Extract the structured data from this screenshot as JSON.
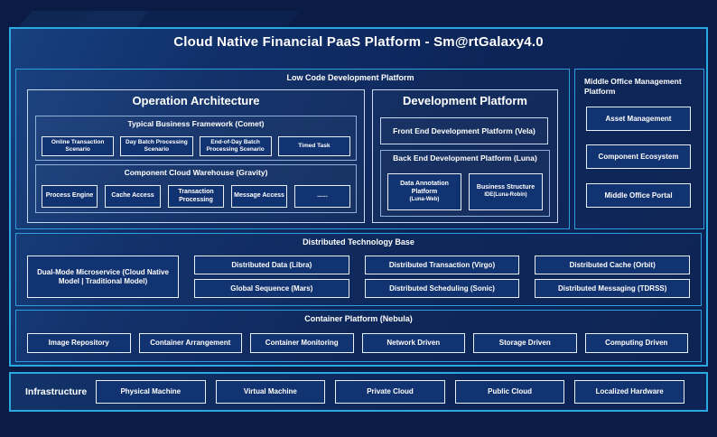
{
  "page": {
    "title": "Cloud Native Financial PaaS Platform - Sm@rtGalaxy4.0"
  },
  "low_code": {
    "label": "Low Code Development Platform",
    "operation_architecture": {
      "title": "Operation Architecture",
      "typical_business_framework": {
        "title": "Typical Business Framework (Comet)",
        "items": [
          "Online Transaction Scenario",
          "Day Batch Processing Scenario",
          "End-of-Day Batch Processing Scenario",
          "Timed Task"
        ]
      },
      "component_cloud_warehouse": {
        "title": "Component Cloud Warehouse (Gravity)",
        "items": [
          "Process Engine",
          "Cache Access",
          "Transaction Processing",
          "Message Access",
          "......"
        ]
      }
    },
    "development_platform": {
      "title": "Development Platform",
      "front_end": "Front End Development Platform (Vela)",
      "back_end": {
        "title": "Back End Development Platform (Luna)",
        "items": [
          {
            "line1": "Data Annotation Platform",
            "line2": "(Luna-Web)"
          },
          {
            "line1": "Business Structure",
            "line2": "IDE(Luna-Robin)"
          }
        ]
      }
    }
  },
  "middle_office": {
    "label": "Middle Office Management Platform",
    "items": [
      "Asset Management",
      "Component Ecosystem",
      "Middle Office Portal"
    ]
  },
  "distributed": {
    "label": "Distributed Technology Base",
    "dual_mode": "Dual-Mode Microservice (Cloud Native Model | Traditional Model)",
    "items": [
      "Distributed Data (Libra)",
      "Global Sequence (Mars)",
      "Distributed Transaction (Virgo)",
      "Distributed Scheduling (Sonic)",
      "Distributed Cache (Orbit)",
      "Distributed Messaging (TDRSS)"
    ]
  },
  "container_platform": {
    "label": "Container Platform (Nebula)",
    "items": [
      "Image Repository",
      "Container Arrangement",
      "Container Monitoring",
      "Network Driven",
      "Storage Driven",
      "Computing Driven"
    ]
  },
  "infrastructure": {
    "label": "Infrastructure",
    "items": [
      "Physical Machine",
      "Virtual Machine",
      "Private Cloud",
      "Public Cloud",
      "Localized Hardware"
    ]
  },
  "colors": {
    "accent_cyan": "#2aa9e1",
    "background_navy": "#0a1b45",
    "panel_navy": "#0d2760",
    "leaf_navy": "#123371",
    "border_white": "#e9f0fb"
  }
}
